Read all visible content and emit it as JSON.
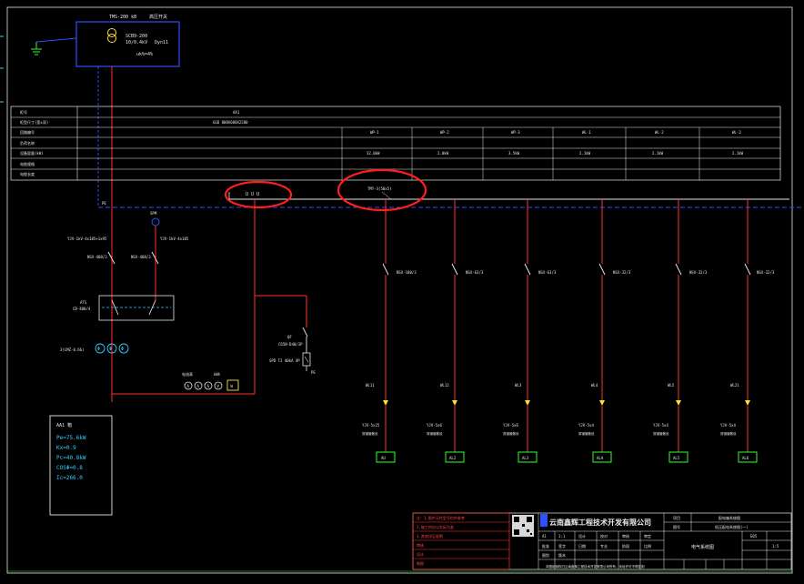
{
  "transformer": {
    "title": "TMS-200 kB",
    "note": "高压开关",
    "model": "SCB9-200",
    "ratio": "10/0.4kV",
    "group": "Dyn11",
    "uk": "uk%=4%"
  },
  "table": {
    "row_headers": [
      "柜号",
      "柜型尺寸(宽x深)",
      "回路编号",
      "负荷名称",
      "设备容量(kW)",
      "电缆规格",
      "电缆长度"
    ],
    "panel_id": "AA1",
    "panel_size": "GGD 800X600X2200",
    "circuits": [
      {
        "no": "WP-1",
        "power": "32.0kW"
      },
      {
        "no": "WP-2",
        "power": "2.0kW"
      },
      {
        "no": "WP-3",
        "power": "3.5kW"
      },
      {
        "no": "WL-1",
        "power": "2.1kW"
      },
      {
        "no": "WL-2",
        "power": "2.1kW"
      },
      {
        "no": "WL-3",
        "power": "2.1kW"
      }
    ]
  },
  "busbar": {
    "pe_label": "PE",
    "ct_label": "TMY-3(50x5)",
    "phase_label": "U U U"
  },
  "incoming": {
    "meter_label": "SPM",
    "left_breaker_cable": "YJV-1kV-4x185+1x95",
    "right_breaker_cable": "YJV-1kV-4x185",
    "left_breaker": "NSX-400/3",
    "right_breaker": "NSX-400/3",
    "ats_label": "ATS",
    "ats_model": "CB-400/4",
    "ct_label": "3(LMZ-0.66)",
    "ct_glyphs": [
      "Φ",
      "Φ",
      "Φ"
    ],
    "meters_label": "电流表",
    "meters_kwh": "kWh",
    "meter_symbols": [
      "A",
      "A",
      "A",
      "V"
    ],
    "meter_box_text": "W",
    "spd_breaker": "QF",
    "spd_breaker_model": "C65N-D40/3P",
    "spd_label": "SPD T2 40kA 4P",
    "spd_ground": "PE"
  },
  "outgoing": [
    {
      "breaker": "NSX-100/3",
      "cable_no": "WL11",
      "cable": "YJV-5x25",
      "cable_len": "穿钢管敷设",
      "box": "AU"
    },
    {
      "breaker": "NSX-63/3",
      "cable_no": "WL12",
      "cable": "YJV-5x6",
      "cable_len": "穿钢管敷设",
      "box": "AL2"
    },
    {
      "breaker": "NSX-63/3",
      "cable_no": "WL3",
      "cable": "YJV-5x6",
      "cable_len": "穿钢管敷设",
      "box": "AL3"
    },
    {
      "breaker": "NSX-32/3",
      "cable_no": "WL4",
      "cable": "YJV-5x4",
      "cable_len": "穿钢管敷设",
      "box": "ALA"
    },
    {
      "breaker": "NSX-32/3",
      "cable_no": "WL5",
      "cable": "YJV-5x4",
      "cable_len": "穿钢管敷设",
      "box": "AL5"
    },
    {
      "breaker": "NSX-32/3",
      "cable_no": "WL21",
      "cable": "YJV-5x4",
      "cable_len": "穿钢管敷设",
      "box": "AL6"
    }
  ],
  "calc_box": {
    "title": "AA1  箱",
    "lines": [
      "Pe=75.6kW",
      "Kx=0.9",
      "Pc=40.8kW",
      "COSΦ=0.8",
      "Ic=266.0"
    ]
  },
  "title_block": {
    "company": "云南鑫辉工程技术开发有限公司",
    "left_notes": [
      "注：1.图中元件型号仅供参考",
      "2.施工时应以实际为准",
      "3.其他详见说明",
      "审核",
      "设计",
      "制图"
    ],
    "header_cells": [
      "项目",
      "配电箱系统图",
      "图号",
      "低压配电系统图(一)"
    ],
    "grid_cells": [
      "A1",
      "1:1",
      "设计",
      "校对",
      "审核",
      "审定",
      "批准",
      "签字",
      "日期",
      "专业",
      "阶段",
      "比例",
      "图别",
      "版本"
    ],
    "drawing_name": "电气系统图",
    "sheet_no": "E05",
    "scale": "1:5",
    "footer": "本图纸版权归云南鑫辉工程技术开发有限公司所有，未经许可不得复制"
  },
  "colors": {
    "background": "#000000",
    "line_red": "#ff3030",
    "line_blue": "#3050ff",
    "line_white": "#e8e8e8",
    "line_green": "#30ff30",
    "line_yellow": "#ffe030",
    "line_cyan": "#32d0ff",
    "annotation_red": "#ff1e1e"
  }
}
